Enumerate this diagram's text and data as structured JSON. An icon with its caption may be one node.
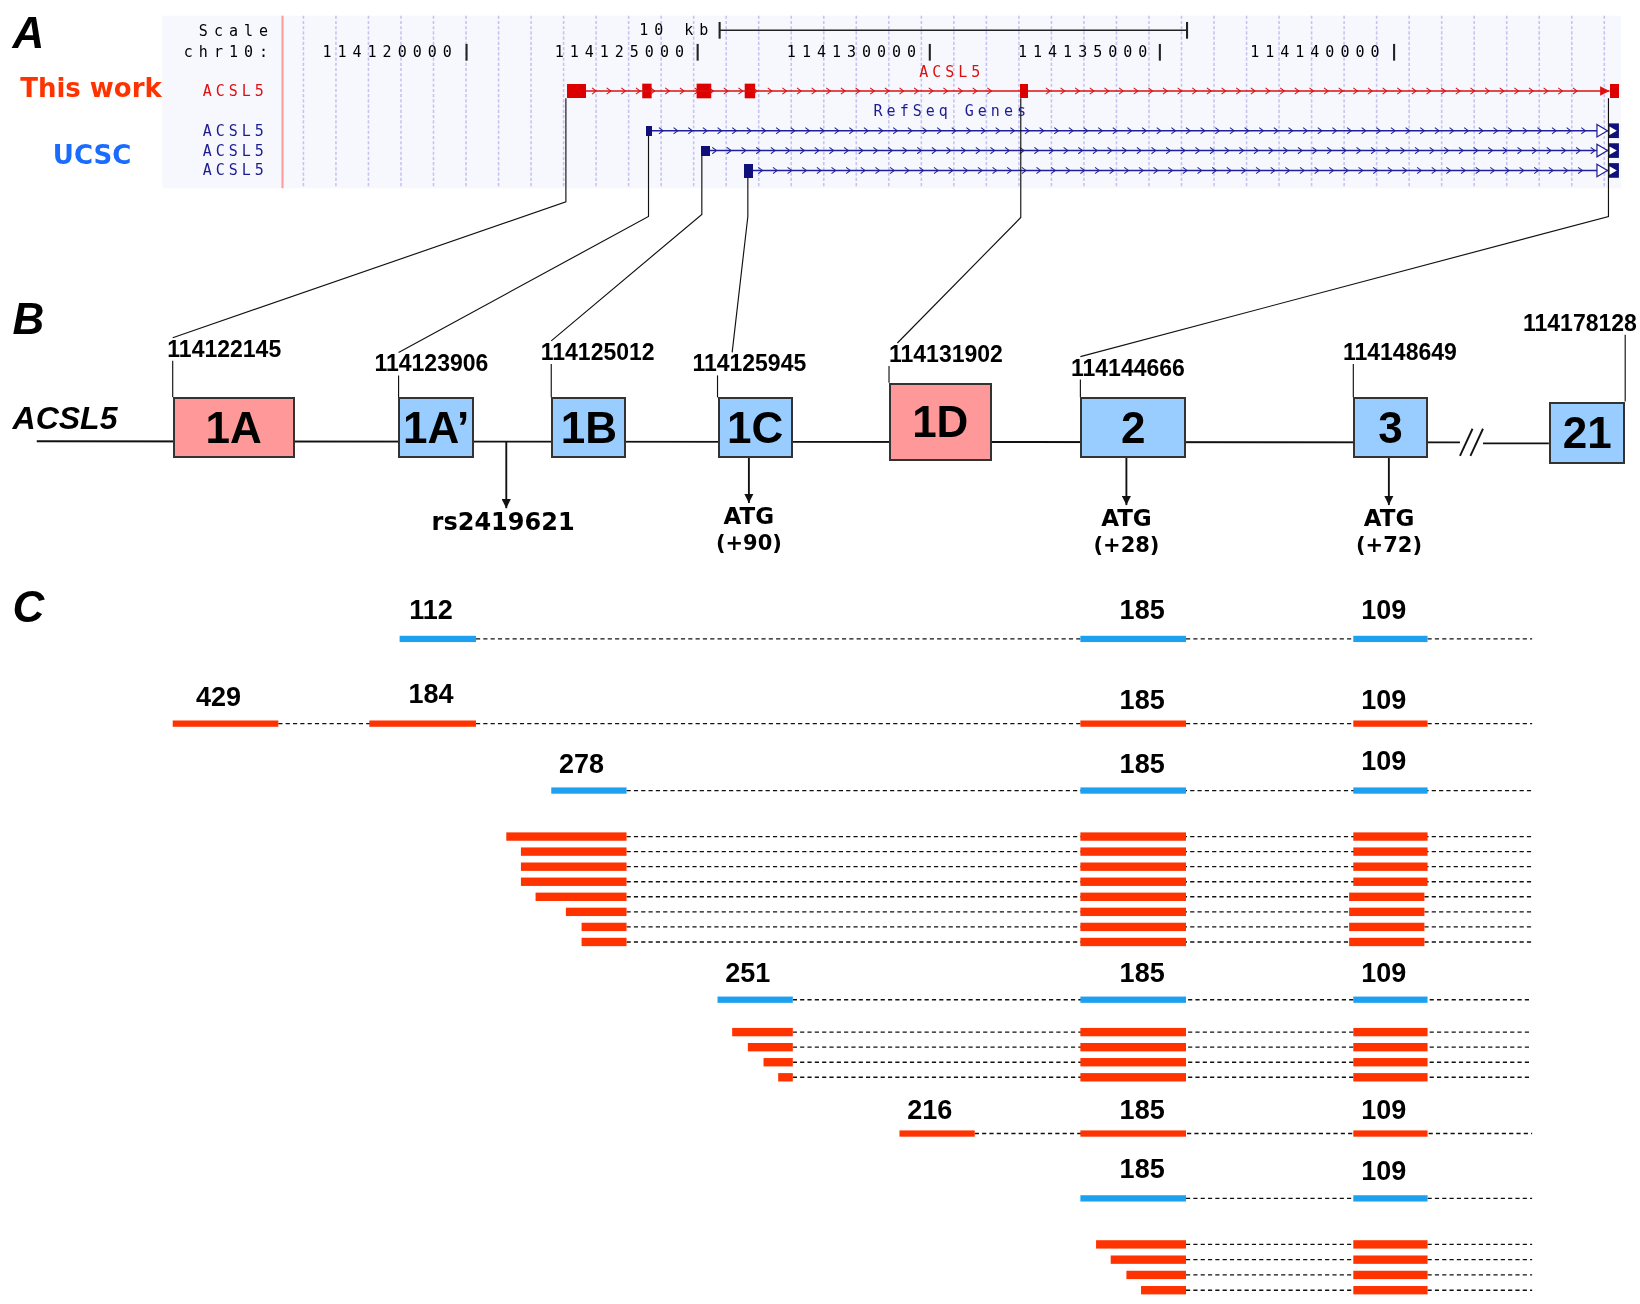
{
  "diagram": {
    "nodes": [
      {
        "text": [],
        "shape": "bar"
      },
      {
        "text": [],
        "shape": "bar"
      },
      {
        "text": [],
        "shape": "bar"
      },
      {
        "text": [],
        "shape": "bar"
      },
      {
        "text": [],
        "shape": "bar"
      },
      {
        "text": [],
        "shape": "bar"
      },
      {
        "text": [
          "1A"
        ]
      },
      {
        "text": [
          "1A’"
        ]
      },
      {
        "text": [
          "1B"
        ]
      },
      {
        "text": [
          "1C"
        ]
      },
      {
        "text": [
          "1D"
        ]
      },
      {
        "text": [
          "2"
        ]
      },
      {
        "text": [
          "3"
        ]
      },
      {
        "text": [
          "21"
        ]
      },
      {
        "text": [
          "rs2419621"
        ]
      },
      {
        "text": [
          "ATG",
          "(+90)"
        ]
      },
      {
        "text": [
          "ATG",
          "(+28)"
        ]
      },
      {
        "text": [
          "ATG",
          "(+72)"
        ]
      },
      {
        "text": [
          "114122145"
        ]
      },
      {
        "text": [
          "114123906"
        ]
      },
      {
        "text": [
          "114125012"
        ]
      },
      {
        "text": [
          "114125945"
        ]
      },
      {
        "text": [
          "114131902"
        ]
      },
      {
        "text": [
          "114144666"
        ]
      },
      {
        "text": [
          "114148649"
        ]
      },
      {
        "text": [
          "114178128"
        ]
      }
    ],
    "edges": [
      {
        "from": 0,
        "to": 18,
        "arrow": "none"
      },
      {
        "from": 1,
        "to": 19,
        "arrow": "none"
      },
      {
        "from": 2,
        "to": 20,
        "arrow": "none"
      },
      {
        "from": 3,
        "to": 21,
        "arrow": "none"
      },
      {
        "from": 4,
        "to": 22,
        "arrow": "none"
      },
      {
        "from": 5,
        "to": 23,
        "arrow": "none"
      },
      {
        "from": null,
        "to": 14,
        "arrow": "to"
      },
      {
        "from": 9,
        "to": 15,
        "arrow": "to"
      },
      {
        "from": 11,
        "to": 16,
        "arrow": "to"
      },
      {
        "from": 12,
        "to": 17,
        "arrow": "to"
      },
      {
        "from": 18,
        "to": 6,
        "arrow": "none"
      },
      {
        "from": 19,
        "to": 7,
        "arrow": "none"
      },
      {
        "from": 20,
        "to": 8,
        "arrow": "none"
      },
      {
        "from": 21,
        "to": 9,
        "arrow": "none"
      },
      {
        "from": 22,
        "to": 10,
        "arrow": "none"
      },
      {
        "from": 23,
        "to": 11,
        "arrow": "none"
      },
      {
        "from": 24,
        "to": 12,
        "arrow": "none"
      },
      {
        "from": 25,
        "to": 13,
        "arrow": "none"
      },
      {
        "from": 0,
        "to": 5,
        "arrow": "to",
        "color": "#dd1010"
      }
    ],
    "labels": [
      "A",
      "Scale",
      "10 kb",
      "chr10:",
      "114120000",
      "114125000",
      "114130000",
      "114135000",
      "114140000",
      "This work",
      "ACSL5",
      "ACSL5",
      "RefSeq Genes",
      "UCSC",
      "ACSL5",
      "ACSL5",
      "ACSL5",
      "B",
      "ACSL5",
      "C",
      "112",
      "185",
      "109",
      "429",
      "184",
      "185",
      "109",
      "278",
      "185",
      "109",
      "251",
      "185",
      "109",
      "216",
      "185",
      "109",
      "185",
      "109"
    ]
  }
}
